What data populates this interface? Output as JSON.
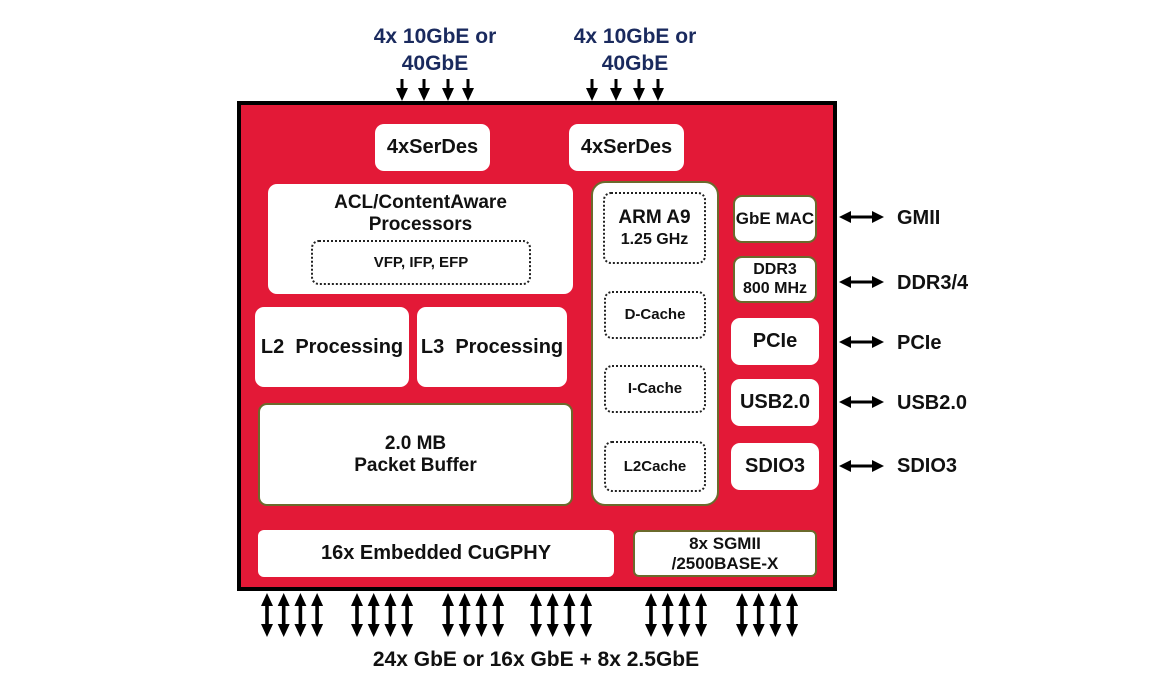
{
  "diagram": {
    "top_ports": [
      {
        "line1": "4x 10GbE or",
        "line2": "40GbE"
      },
      {
        "line1": "4x 10GbE or",
        "line2": "40GbE"
      }
    ],
    "serdes": [
      "4xSerDes",
      "4xSerDes"
    ],
    "acl": {
      "title_line1": "ACL/ContentAware",
      "title_line2": "Processors",
      "sub": "VFP, IFP, EFP"
    },
    "l2": "L2  Processing",
    "l3": "L3  Processing",
    "buffer": {
      "line1": "2.0 MB",
      "line2": "Packet Buffer"
    },
    "cpu": {
      "core_line1": "ARM A9",
      "core_line2": "1.25 GHz",
      "dcache": "D-Cache",
      "icache": "I-Cache",
      "l2cache": "L2Cache"
    },
    "peripherals": [
      {
        "block": "GbE MAC",
        "interface": "GMII"
      },
      {
        "block_line1": "DDR3",
        "block_line2": "800 MHz",
        "interface": "DDR3/4"
      },
      {
        "block": "PCIe",
        "interface": "PCIe"
      },
      {
        "block": "USB2.0",
        "interface": "USB2.0"
      },
      {
        "block": "SDIO3",
        "interface": "SDIO3"
      }
    ],
    "phy": "16x Embedded CuGPHY",
    "sgmii": {
      "line1": "8x SGMII",
      "line2": "/2500BASE-X"
    },
    "bottom_ports": "24x GbE or 16x GbE + 8x 2.5GbE",
    "colors": {
      "chip": "#e31937",
      "label_blue": "#1a2a5e",
      "olive_border": "#6b6a2c"
    }
  }
}
